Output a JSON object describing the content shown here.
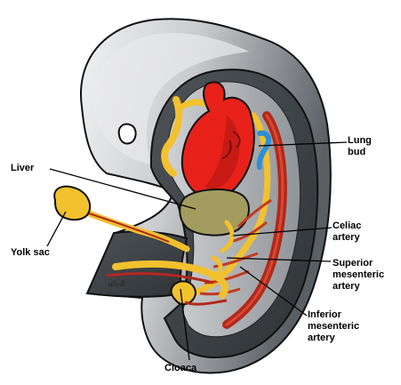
{
  "colors": {
    "embryo_light": "#d7d9db",
    "embryo_dark": "#5d6266",
    "heart_red": "#e8211b",
    "yolk_yellow": "#f2c12e",
    "liver_olive": "#a39c5f",
    "artery_dark_red": "#b2281c",
    "lung_blue": "#2d8fd6"
  },
  "labels": {
    "lung_bud": [
      "Lung",
      "bud"
    ],
    "liver": "Liver",
    "yolk_sac": "Yolk sac",
    "celiac_artery": [
      "Celiac",
      "artery"
    ],
    "superior_mesenteric_artery": [
      "Superior",
      "mesenteric",
      "artery"
    ],
    "inferior_mesenteric_artery": [
      "Inferior",
      "mesenteric",
      "artery"
    ],
    "cloaca": "Cloaca"
  },
  "signature": "als-R"
}
